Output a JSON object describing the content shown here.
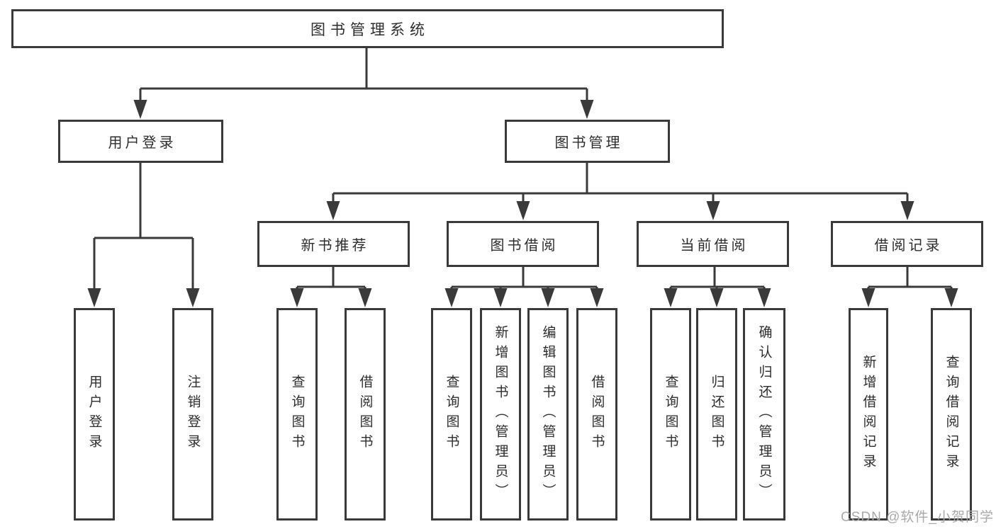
{
  "tree": {
    "root": {
      "label": "图书管理系统"
    },
    "branches": [
      {
        "label": "用户登录",
        "children": [
          {
            "label": "用户登录"
          },
          {
            "label": "注销登录"
          }
        ]
      },
      {
        "label": "图书管理",
        "children": [
          {
            "label": "新书推荐",
            "children": [
              {
                "label": "查询图书"
              },
              {
                "label": "借阅图书"
              }
            ]
          },
          {
            "label": "图书借阅",
            "children": [
              {
                "label": "查询图书"
              },
              {
                "label": "新增图书（管理员）"
              },
              {
                "label": "编辑图书（管理员）"
              },
              {
                "label": "借阅图书"
              }
            ]
          },
          {
            "label": "当前借阅",
            "children": [
              {
                "label": "查询图书"
              },
              {
                "label": "归还图书"
              },
              {
                "label": "确认归还（管理员）"
              }
            ]
          },
          {
            "label": "借阅记录",
            "children": [
              {
                "label": "新增借阅记录"
              },
              {
                "label": "查询借阅记录"
              }
            ]
          }
        ]
      }
    ]
  },
  "watermark": {
    "text": "CSDN @软件_小贺同学",
    "color": "#a9a9a9"
  },
  "colors": {
    "line": "#3a3a3a",
    "text": "#2d2d2d",
    "background": "#ffffff"
  }
}
